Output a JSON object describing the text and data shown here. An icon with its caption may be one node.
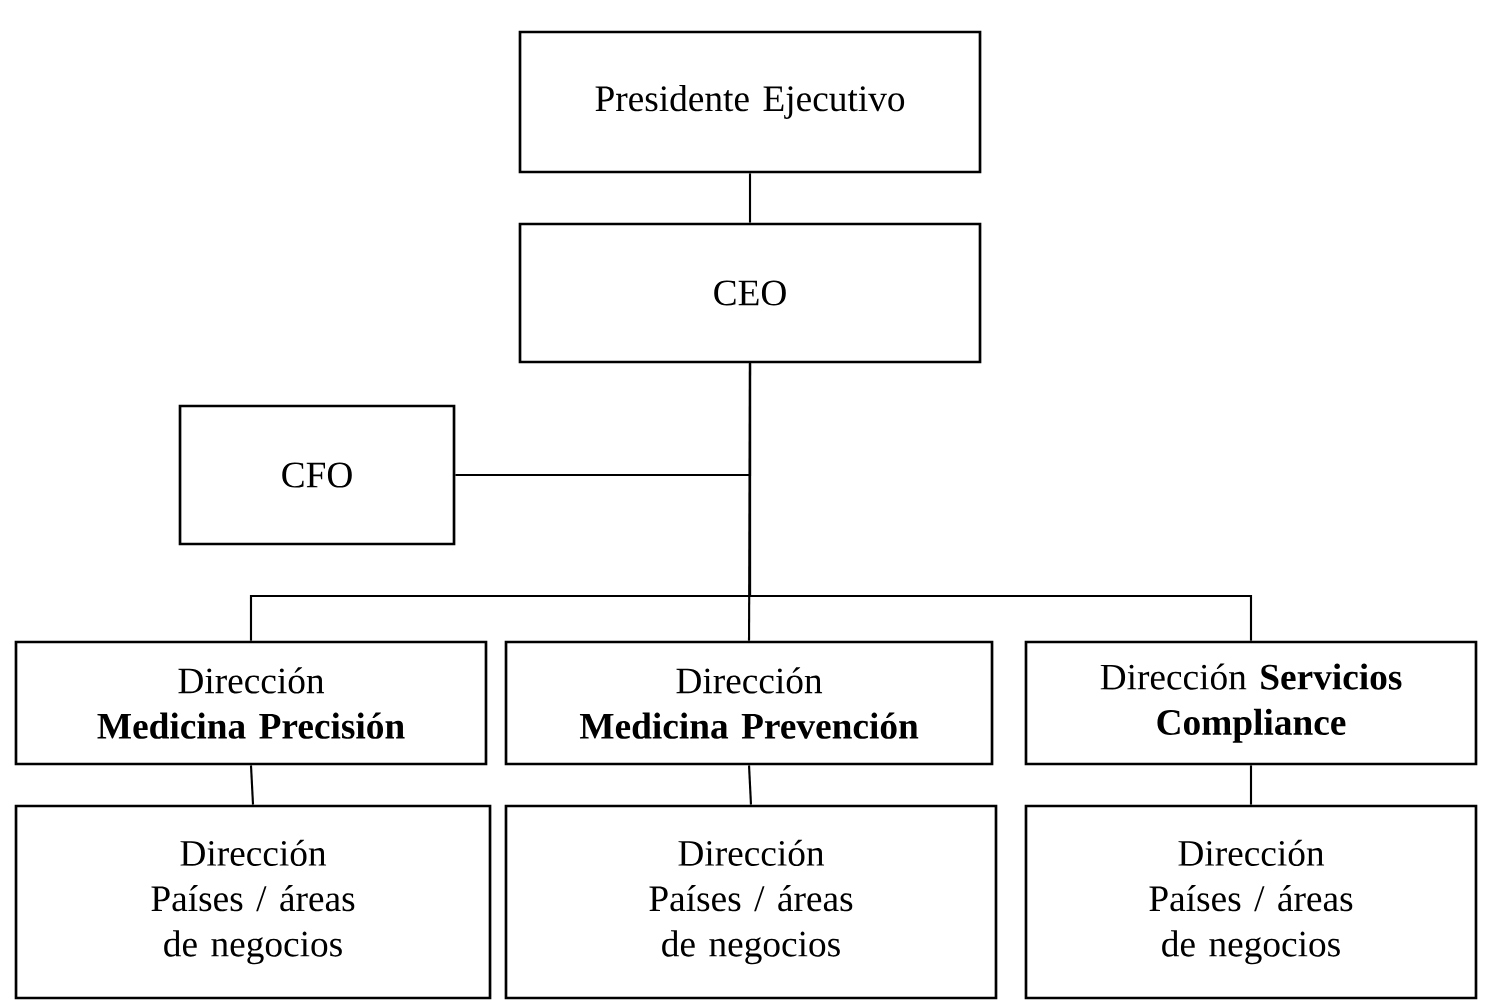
{
  "diagram": {
    "nodes": [
      {
        "text": [
          "Presidente Ejecutivo"
        ]
      },
      {
        "text": [
          "CEO"
        ]
      },
      {
        "text": [
          "CFO"
        ]
      },
      {
        "text": [
          "Dirección",
          "Medicina Precisión"
        ]
      },
      {
        "text": [
          "Dirección",
          "Medicina Prevención"
        ]
      },
      {
        "text": [
          "Dirección **Servicios Compliance**"
        ]
      },
      {
        "text": [
          "Dirección",
          "Países / áreas de negocios"
        ]
      },
      {
        "text": [
          "Dirección",
          "Países / áreas de negocios"
        ]
      },
      {
        "text": [
          "Dirección",
          "Países / áreas de negocios"
        ]
      }
    ],
    "edges": [
      {
        "from": 0,
        "to": 1,
        "arrow": "none"
      },
      {
        "from": 1,
        "to": 2,
        "arrow": "none"
      },
      {
        "from": 1,
        "to": 3,
        "arrow": "none"
      },
      {
        "from": 1,
        "to": 4,
        "arrow": "none"
      },
      {
        "from": 1,
        "to": 5,
        "arrow": "none"
      },
      {
        "from": 3,
        "to": 6,
        "arrow": "none"
      },
      {
        "from": 4,
        "to": 7,
        "arrow": "none"
      },
      {
        "from": 5,
        "to": 8,
        "arrow": "none"
      }
    ]
  }
}
